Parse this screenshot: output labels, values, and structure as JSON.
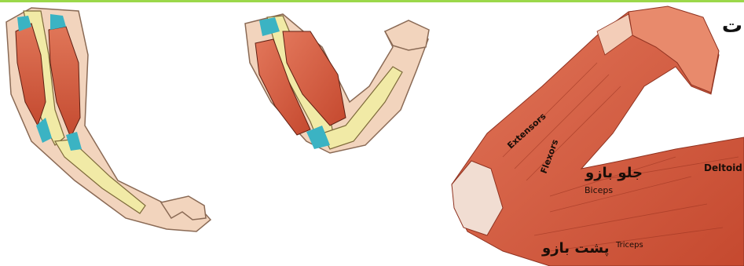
{
  "edge_text": "ت",
  "labels": {
    "extensors": "Extensors",
    "flexors": "Flexors",
    "biceps_fa": "جلو بازو",
    "biceps_en": "Biceps",
    "deltoid": "Deltoid",
    "triceps_fa": "پشت بازو",
    "triceps_en": "Triceps"
  },
  "colors": {
    "muscle": "#b83a24",
    "muscle_light": "#d9674a",
    "bone": "#f1eaa6",
    "tendon": "#3bb3c3",
    "skin": "#f2d4bd",
    "top_strip": "#9bd84a"
  }
}
